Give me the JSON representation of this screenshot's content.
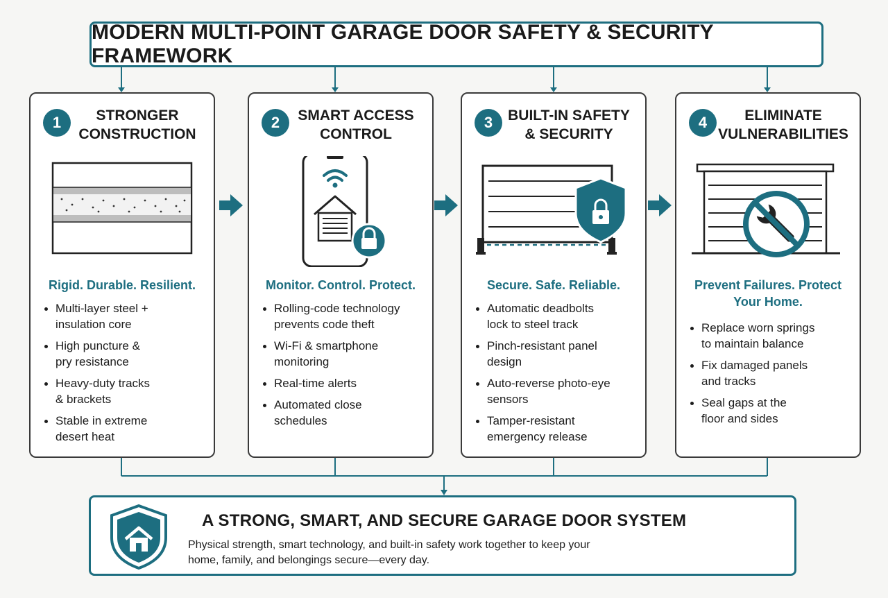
{
  "title": "MODERN MULTI-POINT GARAGE DOOR SAFETY & SECURITY FRAMEWORK",
  "accent_color": "#1d6e80",
  "cards": [
    {
      "number": "1",
      "title_line1": "STRONGER",
      "title_line2": "CONSTRUCTION",
      "illustration": "layered-panel-cross-section",
      "tagline": "Rigid. Durable. Resilient.",
      "bullets": [
        [
          "Multi-layer steel +",
          "insulation core"
        ],
        [
          "High puncture &",
          "pry resistance"
        ],
        [
          "Heavy-duty tracks",
          "& brackets"
        ],
        [
          "Stable in extreme",
          "desert heat"
        ]
      ]
    },
    {
      "number": "2",
      "title_line1": "SMART ACCESS",
      "title_line2": "CONTROL",
      "illustration": "smartphone-garage-lock-icon",
      "tagline": "Monitor. Control. Protect.",
      "bullets": [
        [
          "Rolling-code technology",
          "prevents code theft"
        ],
        [
          "Wi-Fi & smartphone",
          "monitoring"
        ],
        [
          "Real-time alerts",
          ""
        ],
        [
          "Automated close",
          "schedules"
        ]
      ]
    },
    {
      "number": "3",
      "title_line1": "BUILT-IN SAFETY",
      "title_line2": "& SECURITY",
      "illustration": "garage-door-shield-photo-eye-icon",
      "tagline": "Secure. Safe. Reliable.",
      "bullets": [
        [
          "Automatic deadbolts",
          "lock to steel track"
        ],
        [
          "Pinch-resistant panel",
          "design"
        ],
        [
          "Auto-reverse photo-eye",
          "sensors"
        ],
        [
          "Tamper-resistant",
          "emergency release"
        ]
      ]
    },
    {
      "number": "4",
      "title_line1": "ELIMINATE",
      "title_line2": "VULNERABILITIES",
      "illustration": "garage-no-tools-icon",
      "tagline_line1": "Prevent Failures. Protect",
      "tagline_line2": "Your Home.",
      "bullets": [
        [
          "Replace worn springs",
          "to maintain balance"
        ],
        [
          "Fix damaged panels",
          "and tracks"
        ],
        [
          "Seal gaps at the",
          "floor and sides"
        ]
      ]
    }
  ],
  "summary": {
    "title": "A STRONG, SMART, AND SECURE GARAGE DOOR SYSTEM",
    "line1": "Physical strength, smart technology, and built-in safety work together to keep your",
    "line2": "home, family, and belongings secure—every day.",
    "icon": "shield-home-icon"
  }
}
